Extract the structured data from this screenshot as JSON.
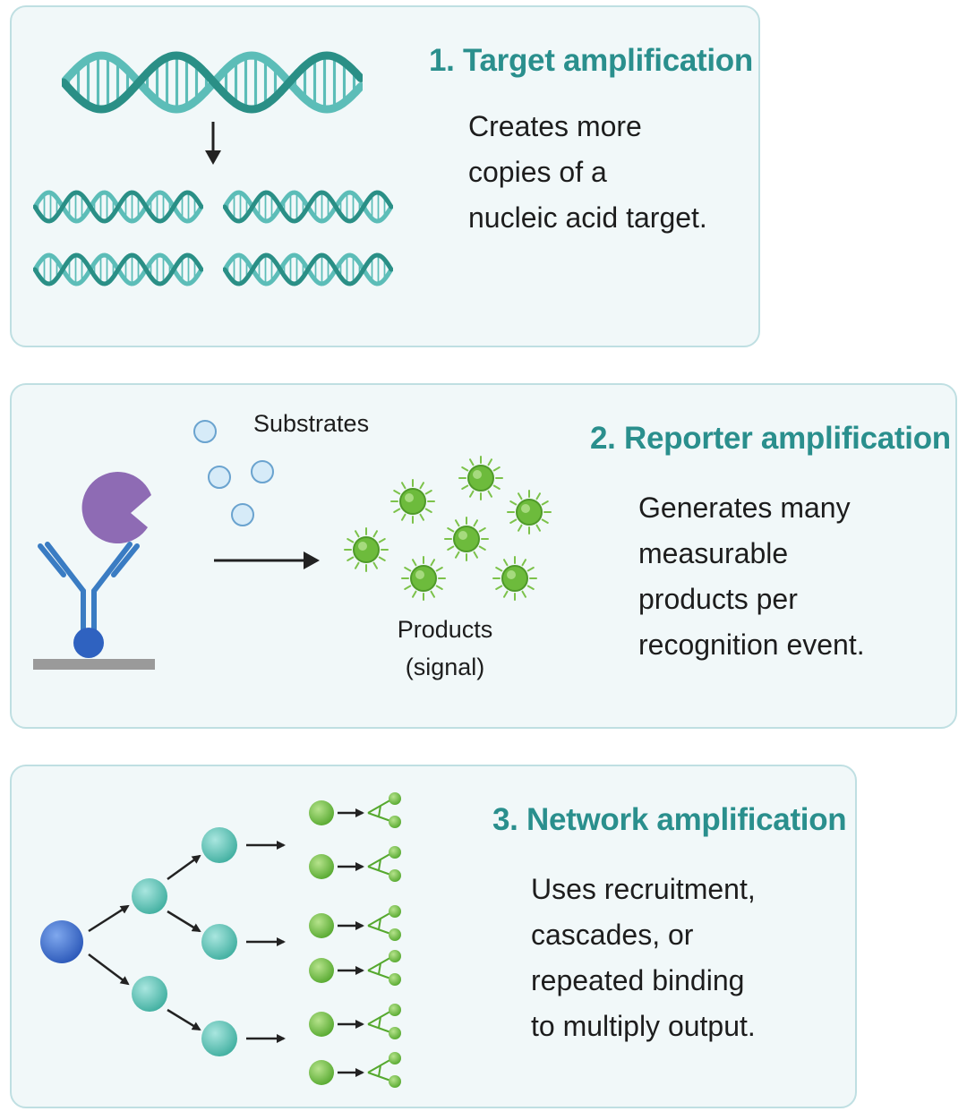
{
  "panels": [
    {
      "heading": "1. Target amplification",
      "body": "Creates more\ncopies of a\nnucleic acid target."
    },
    {
      "heading": "2. Reporter amplification",
      "body": "Generates many\nmeasurable\nproducts per\nrecognition event.",
      "substrates_label": "Substrates",
      "products_label": "Products\n(signal)"
    },
    {
      "heading": "3. Network amplification",
      "body": "Uses recruitment,\ncascades, or\nrepeated binding\nto multiply output."
    }
  ],
  "colors": {
    "panel_bg": "#f1f8f9",
    "panel_border": "#bfdfe2",
    "heading": "#2a8f8d",
    "dna_dark": "#2a8f86",
    "dna_light": "#5cbdb8",
    "antibody": "#3a7cc3",
    "enzyme": "#8e6bb4",
    "substrate": "#b9dcf2",
    "product": "#7cc24a",
    "node_blue": "#2f62c0",
    "node_teal": "#4fbfb3",
    "node_green": "#6cbf3c"
  }
}
